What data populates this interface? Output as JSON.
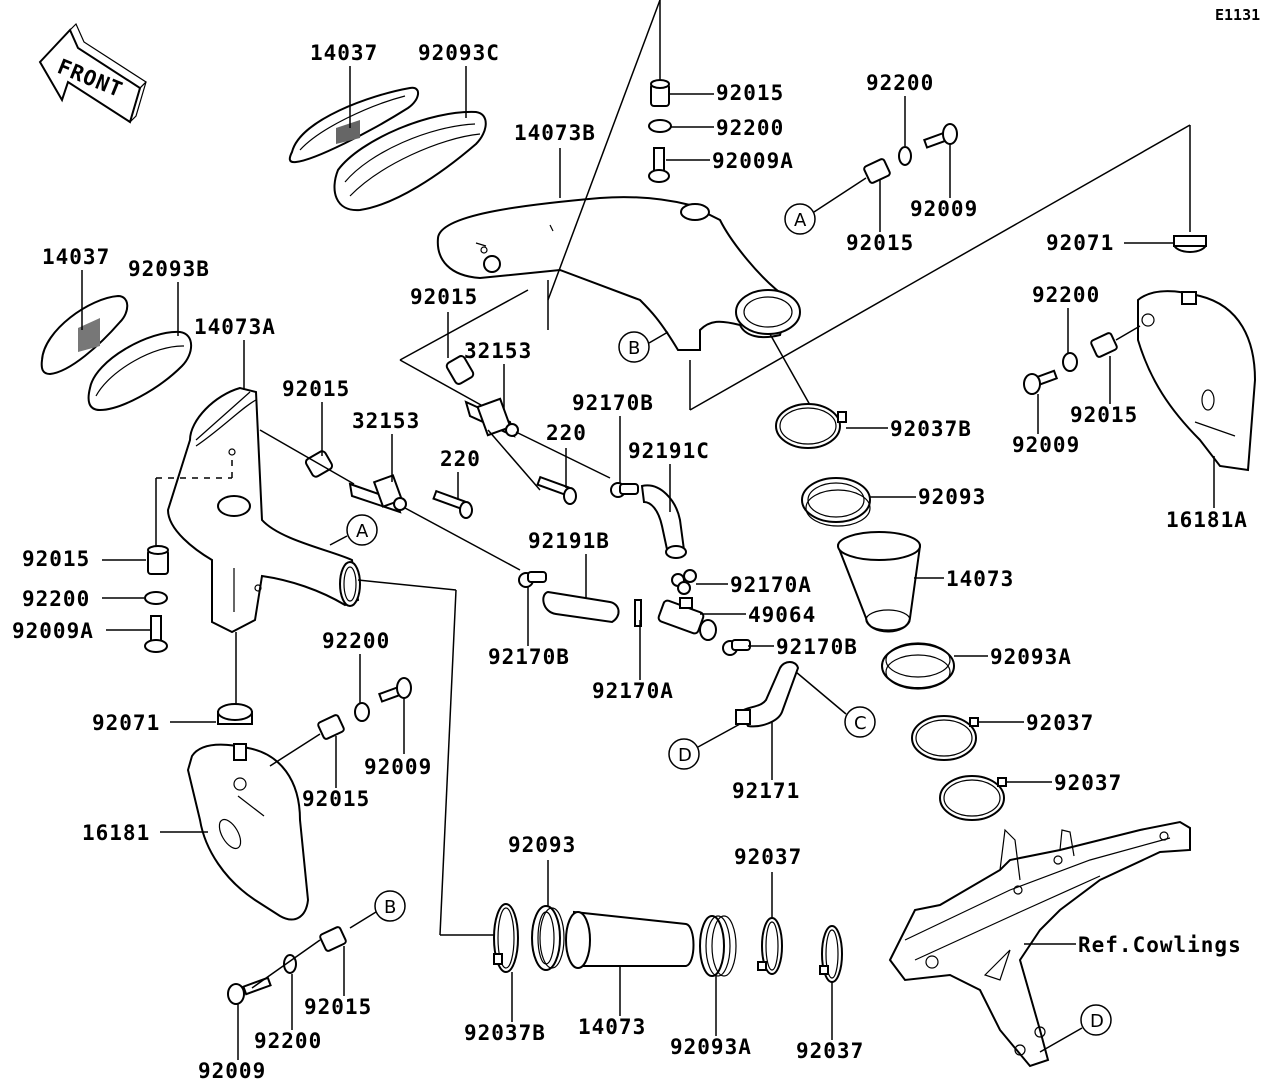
{
  "diagram_code": "E1131",
  "front_label": "FRONT",
  "labels": {
    "p14037_top": "14037",
    "p92093C": "92093C",
    "p14037_left": "14037",
    "p92093B": "92093B",
    "p14073A": "14073A",
    "p14073B": "14073B",
    "p92015_a": "92015",
    "p92200_a": "92200",
    "p92009A_a": "92009A",
    "p92200_b": "92200",
    "p92009_b": "92009",
    "p92015_b": "92015",
    "p92071_r": "92071",
    "p92200_r": "92200",
    "p92015_r": "92015",
    "p92009_r": "92009",
    "p16181A": "16181A",
    "p92015_c": "92015",
    "p32153_a": "32153",
    "p92015_d": "92015",
    "p32153_b": "32153",
    "p220_a": "220",
    "p220_b": "220",
    "p92170B_a": "92170B",
    "p92191C": "92191C",
    "p92037B_r": "92037B",
    "p92093_r": "92093",
    "p14073_r": "14073",
    "p92093A_r": "92093A",
    "p92037_r1": "92037",
    "p92037_r2": "92037",
    "p92191B": "92191B",
    "p92170A_a": "92170A",
    "p49064": "49064",
    "p92170B_b": "92170B",
    "p92170B_c": "92170B",
    "p92170A_b": "92170A",
    "p92015_l": "92015",
    "p92200_l": "92200",
    "p92009A_l": "92009A",
    "p92071_l": "92071",
    "p92200_m": "92200",
    "p92009_m": "92009",
    "p92015_m": "92015",
    "p16181": "16181",
    "p92171": "92171",
    "p92093_b": "92093",
    "p92037_b": "92037",
    "p92037B_b": "92037B",
    "p14073_b": "14073",
    "p92093A_b": "92093A",
    "p92037_b2": "92037",
    "p92015_bb": "92015",
    "p92200_bb": "92200",
    "p92009_bb": "92009",
    "ref_cowlings": "Ref.Cowlings"
  },
  "markers": {
    "A_top": "A",
    "A_left": "A",
    "B_mid": "B",
    "B_low": "B",
    "C": "C",
    "D_mid": "D",
    "D_low": "D"
  }
}
